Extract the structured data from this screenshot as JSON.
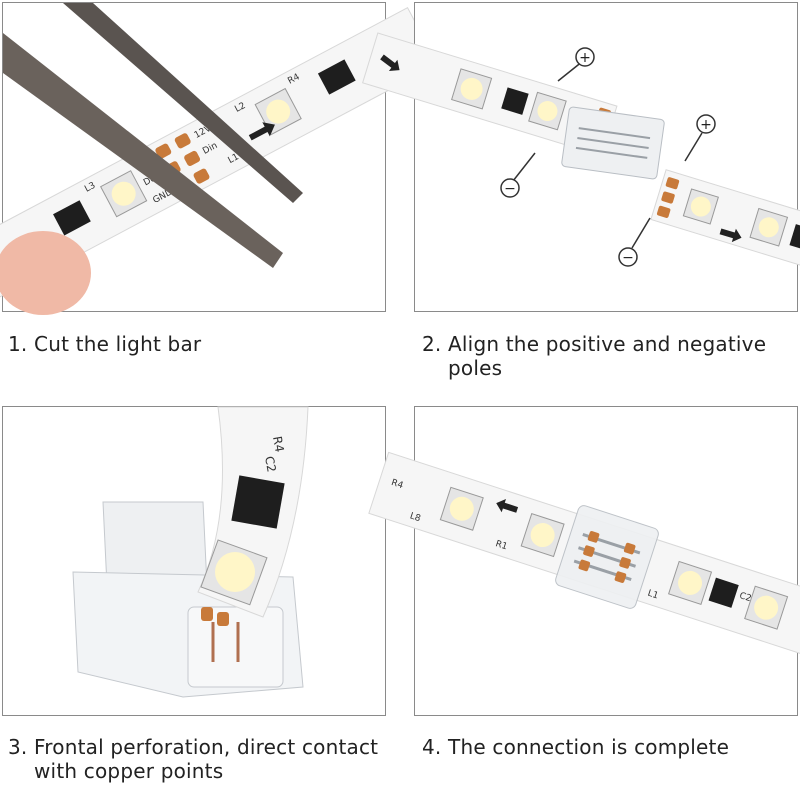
{
  "steps": [
    {
      "number": "1.",
      "caption": "Cut the light bar"
    },
    {
      "number": "2.",
      "caption_line1": "Align the positive and negative",
      "caption_line2": "poles"
    },
    {
      "number": "3.",
      "caption_line1": "Frontal perforation, direct contact",
      "caption_line2": "with copper points"
    },
    {
      "number": "4.",
      "caption": "The connection is complete"
    }
  ],
  "strip_labels": {
    "v12": "12V",
    "din": "Din",
    "do": "Do",
    "gnd": "GND",
    "c2": "C2",
    "r4": "R4",
    "l3": "L3",
    "l2": "L2",
    "l1": "L1",
    "r1": "R1",
    "l8": "L8"
  },
  "polarity": {
    "positive": "+",
    "negative": "−"
  },
  "colors": {
    "strip": "#f4f4f4",
    "copper": "#c87a3a",
    "chip": "#1e1e1e",
    "led": "#fff6c8",
    "scissors": "#5a5450",
    "connector": "#e9ecef",
    "border": "#8a8a8a"
  }
}
